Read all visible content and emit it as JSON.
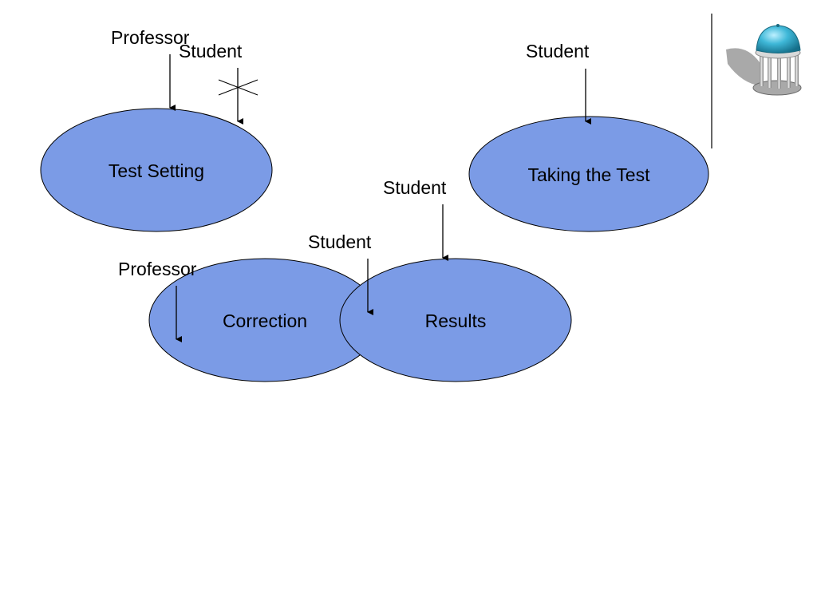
{
  "colors": {
    "ellipse_fill": "#7b9be6",
    "stroke": "#000000",
    "background": "#ffffff",
    "dome": "#3fb8d8",
    "stone": "#b8b8b8"
  },
  "nodes": {
    "test_setting": "Test Setting",
    "taking_test": "Taking the Test",
    "correction": "Correction",
    "results": "Results"
  },
  "actors": {
    "professor_1": "Professor",
    "student_1": "Student",
    "student_2": "Student",
    "student_3": "Student",
    "student_4": "Student",
    "professor_2": "Professor"
  },
  "icons": {
    "logo": "gazebo-icon",
    "cross_mark": "asterisk-cross-icon"
  }
}
